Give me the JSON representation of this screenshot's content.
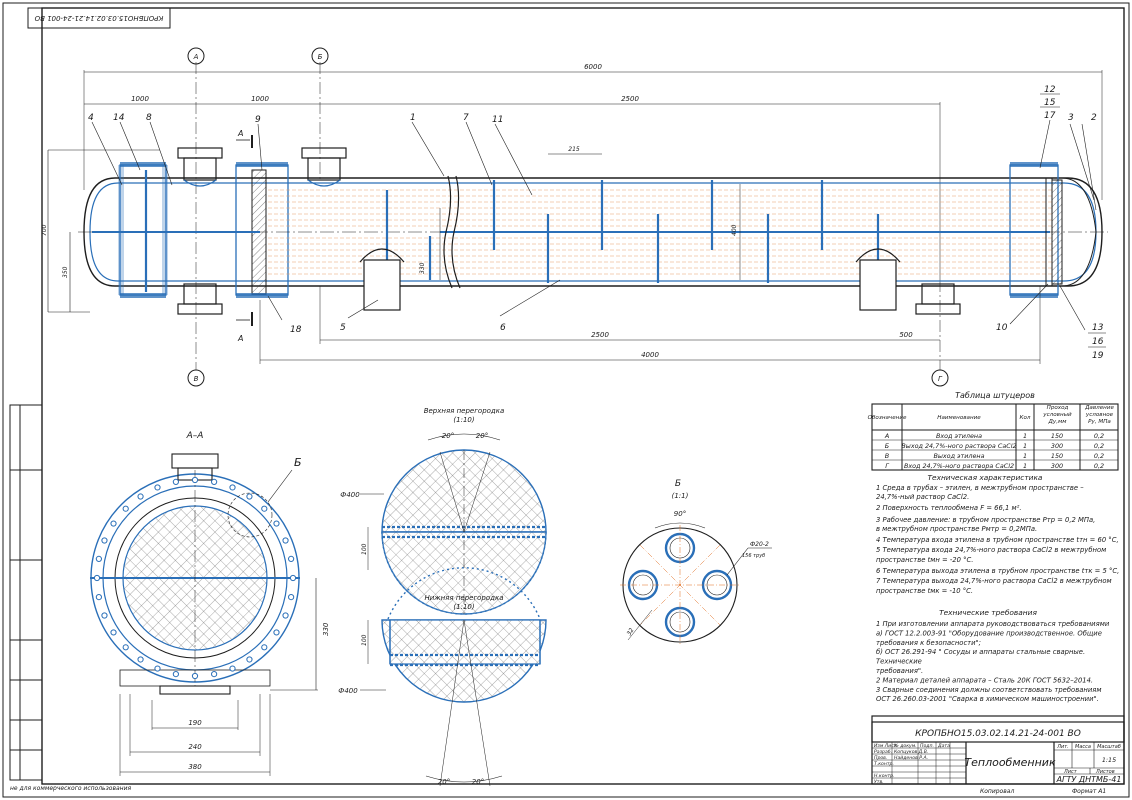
{
  "stamp_top": "КРОПБНО15.03.02.14.21-24-001 ВО",
  "section_labels": {
    "A": "А",
    "B": "Б",
    "V": "В",
    "G": "Г",
    "AA": "А–А",
    "B_view": "Б",
    "B_scale": "(1:1)"
  },
  "dimensions": {
    "total": "6000",
    "d1000a": "1000",
    "d1000b": "1000",
    "d2500top": "2500",
    "d2500bot": "2500",
    "d4000": "4000",
    "d500": "500",
    "d215": "215",
    "d400": "400",
    "d700": "700",
    "d350": "350",
    "d330": "330",
    "d190": "190",
    "d240": "240",
    "d380": "380",
    "d330side": "330",
    "phi400a": "Ф400",
    "phi400b": "Ф400",
    "d100a": "100",
    "d100b": "100",
    "ang20a": "20°",
    "ang20b": "20°",
    "ang20c": "20°",
    "ang20d": "20°",
    "ang90": "90°",
    "phi20": "Ф20-2",
    "tube156": "156 труб",
    "d32": "32"
  },
  "leaders": [
    "1",
    "2",
    "3",
    "4",
    "5",
    "6",
    "7",
    "8",
    "9",
    "10",
    "11",
    "12",
    "13",
    "14",
    "15",
    "16",
    "17",
    "18",
    "19"
  ],
  "baffle_top": {
    "title": "Верхняя перегородка",
    "scale": "(1:10)"
  },
  "baffle_bottom": {
    "title": "Нижняя перегородка",
    "scale": "(1:10)"
  },
  "nozzle_table": {
    "title": "Таблица штуцеров",
    "headers": [
      "Обозначение",
      "Наименование",
      "Кол",
      "Проход условный Ду,мм",
      "Давление условное Ру, МПа"
    ],
    "rows": [
      [
        "А",
        "Вход этилена",
        "1",
        "150",
        "0,2"
      ],
      [
        "Б",
        "Выход 24,7%-ного раствора CaCl2",
        "1",
        "300",
        "0,2"
      ],
      [
        "В",
        "Выход этилена",
        "1",
        "150",
        "0,2"
      ],
      [
        "Г",
        "Вход 24,7%-ного раствора CaCl2",
        "1",
        "300",
        "0,2"
      ]
    ]
  },
  "tech_char": {
    "title": "Техническая характеристика",
    "lines": [
      "1 Среда в трубах – этилен, в межтрубном пространстве –",
      "   24,7%-ный раствор CaCl2.",
      "2 Поверхность теплообмена F = 66,1 м².",
      "3 Рабочее давление: в трубном пространстве Pтр = 0,2 МПа,",
      "                       в межтрубном пространстве Pмтр = 0,2МПа.",
      "4 Температура входа этилена в трубном пространстве tтн = 60 °С,",
      "5 Температура входа 24,7%-ного раствора CaCl2 в межтрубном",
      "пространстве tмн = -20 °С.",
      "6 Температура выхода этилена в трубном пространстве tтк = 5 °С,",
      "7 Температура выхода 24,7%-ного раствора CaCl2 в межтрубном",
      "пространстве tмк = -10 °С."
    ]
  },
  "tech_req": {
    "title": "Технические требования",
    "lines": [
      "1 При изготовлении аппарата руководствоваться требованиями",
      "   а) ГОСТ 12.2.003-91 \"Оборудование производственное. Общие",
      "   требования к безопасности\";",
      "   б) ОСТ 26.291-94 \" Сосуды и аппараты стальные сварные.",
      "   Технические",
      "   требования\".",
      "2  Материал деталей аппарата – Сталь 20К ГОСТ 5632–2014.",
      "3 Сварные соединения должны соответствовать требованиям",
      "ОСТ 26.260.03-2001 \"Сварка в химическом машиностроении\"."
    ]
  },
  "title_block": {
    "code": "КРОПБНО15.03.02.14.21-24-001 ВО",
    "name": "Теплообменник",
    "org": "АГТУ ДНТМБ-41",
    "lit": "Лит.",
    "mass": "Масса",
    "scale_h": "Масштаб",
    "scale": "1:15",
    "sheet": "Лист",
    "sheets": "Листов",
    "rows": [
      "Изм Лист",
      "№ докум.",
      "Подп.",
      "Дата"
    ],
    "people": [
      "Разраб.",
      "Пров.",
      "Т.контр.",
      "Н.контр.",
      "Утв."
    ],
    "names": [
      "Копцуков Д.В.",
      "Найденов Р.А."
    ],
    "copied": "Копировал",
    "format": "Формат  А1"
  },
  "edu_note": "не для коммерческого использования"
}
